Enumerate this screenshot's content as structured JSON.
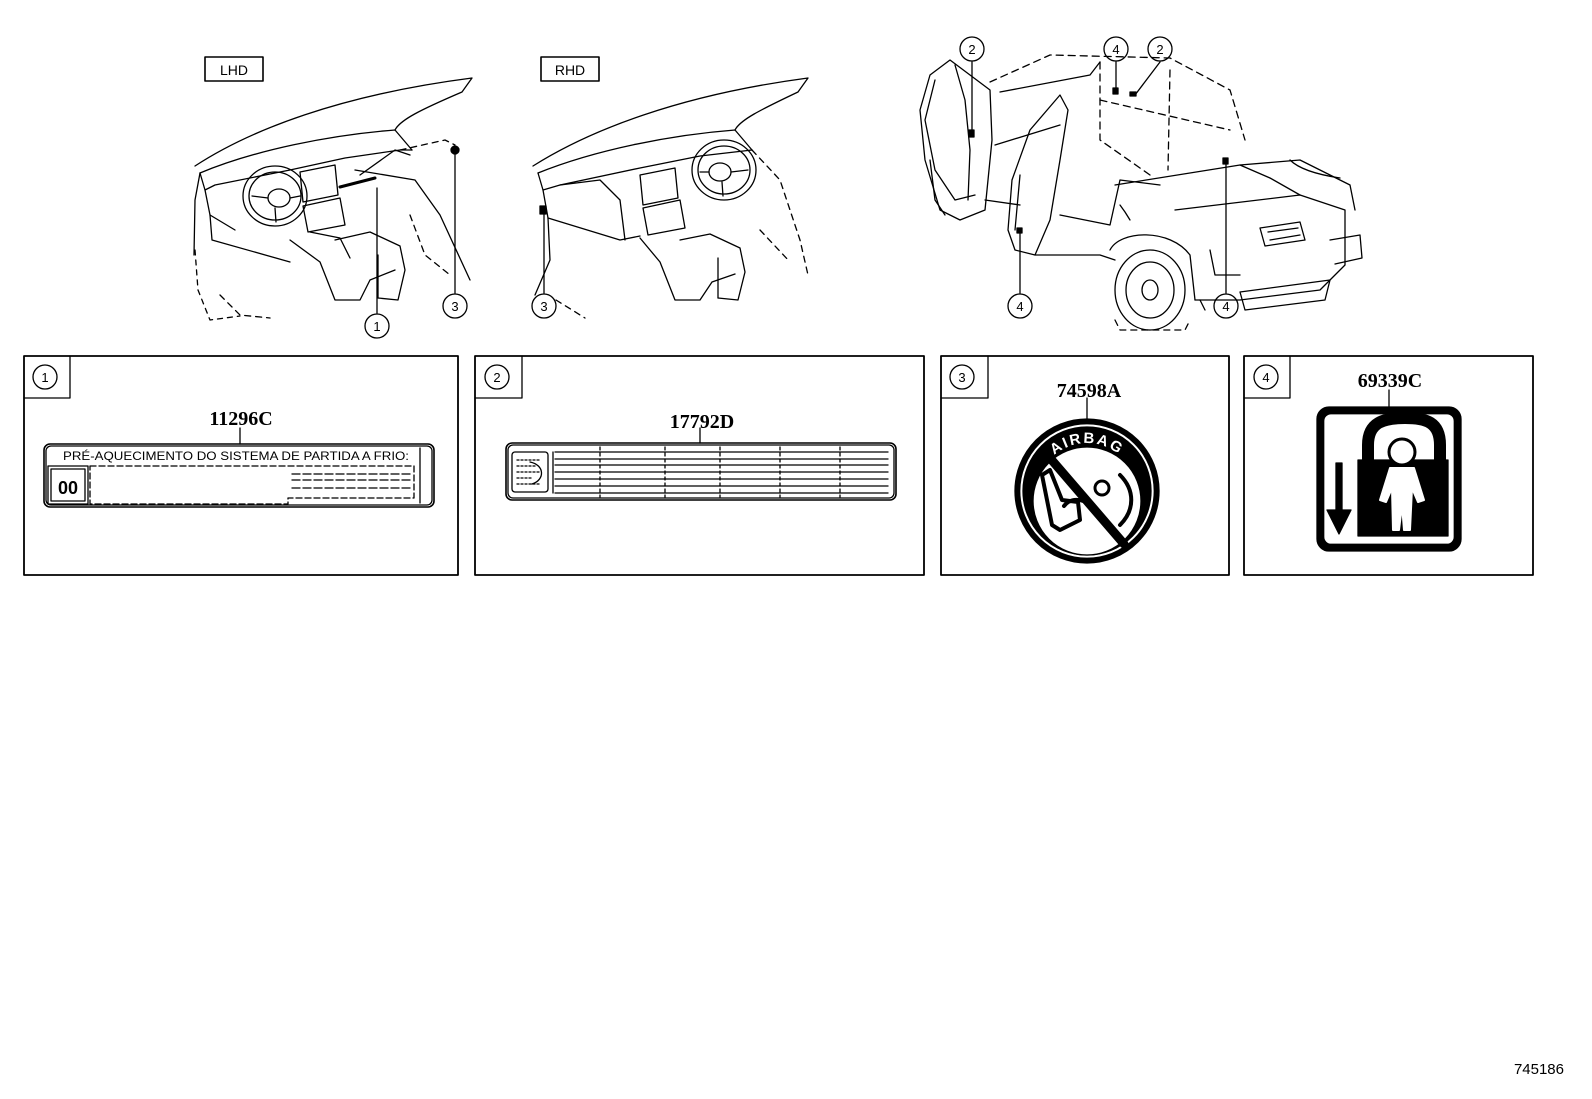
{
  "views": {
    "lhd_label": "LHD",
    "rhd_label": "RHD"
  },
  "callouts": {
    "c1": "1",
    "c2": "2",
    "c3": "3",
    "c4": "4"
  },
  "panels": [
    {
      "index": "1",
      "part_number": "11296C",
      "label_text": "PRÉ-AQUECIMENTO DO SISTEMA  DE  PARTIDA  A  FRIO:",
      "icon_text": "00"
    },
    {
      "index": "2",
      "part_number": "17792D"
    },
    {
      "index": "3",
      "part_number": "74598A",
      "seal_text": "AIRBAG"
    },
    {
      "index": "4",
      "part_number": "69339C"
    }
  ],
  "figure_id": "745186"
}
